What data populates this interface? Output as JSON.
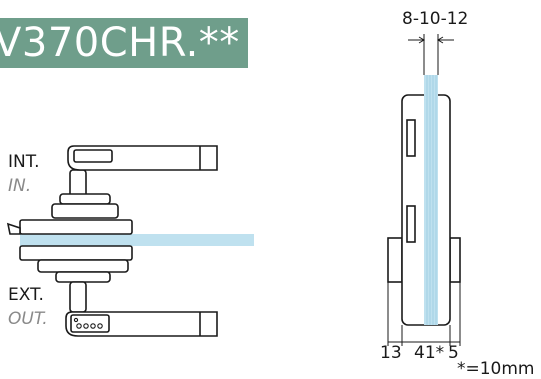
{
  "title": {
    "model_code": "V370CHR.**",
    "banner_color": "#6f9e8b"
  },
  "front_view": {
    "interior_label": "INT.",
    "interior_label_alt": "IN.",
    "exterior_label": "EXT.",
    "exterior_label_alt": "OUT."
  },
  "side_view": {
    "glass_thickness_dim": "8-10-12",
    "dim_left": "13",
    "dim_center": "41*",
    "dim_right": "5",
    "footnote": "*=10mm",
    "glass_color": "#bfe1ef"
  }
}
